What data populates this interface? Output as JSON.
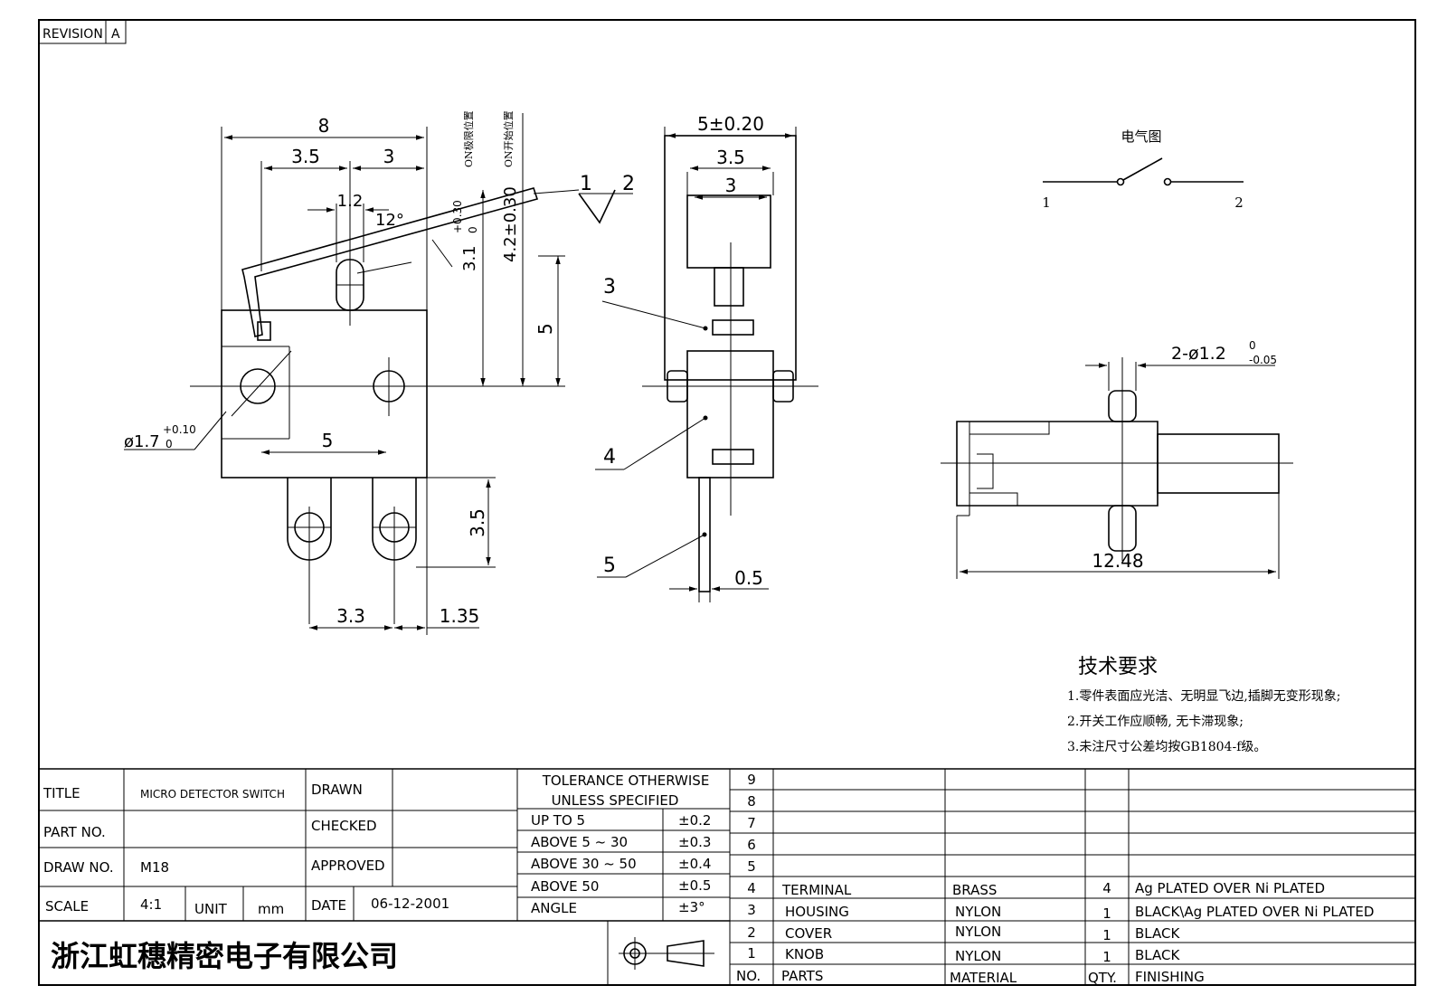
{
  "revision": {
    "label": "REVISION",
    "value": "A"
  },
  "side_view": {
    "dims": {
      "overall_width": "8",
      "left_part": "3.5",
      "right_part": "3",
      "roller_width": "1.2",
      "angle": "12°",
      "lever_tol_height": "3.1",
      "lever_tol_upper": "+0.30",
      "lever_tol_lower": "0",
      "on_height": "4.2±0.30",
      "body_height": "5",
      "hole_dia": "ø1.7",
      "hole_tol_upper": "+0.10",
      "hole_tol_lower": "0",
      "hole_pitch": "5",
      "terminal_length": "3.5",
      "terminal_offset": "3.3",
      "terminal_edge": "1.35"
    },
    "vertical_notes": [
      "ON极限位置",
      "ON开始位置"
    ],
    "position_marks": [
      "1",
      "2"
    ]
  },
  "front_view": {
    "dims": {
      "width": "5±0.20",
      "inner_width": "3.5",
      "lever_width": "3",
      "terminal_thickness": "0.5"
    },
    "balloons": [
      "3",
      "4",
      "5"
    ]
  },
  "circuit": {
    "title": "电气图",
    "pin_left": "1",
    "pin_right": "2"
  },
  "bottom_view": {
    "dims": {
      "pin_dia": "2-ø1.2",
      "pin_tol_upper": "0",
      "pin_tol_lower": "-0.05",
      "length": "12.48"
    }
  },
  "requirements": {
    "title": "技术要求",
    "items": [
      "1.零件表面应光洁、无明显飞边,插脚无变形现象;",
      "2.开关工作应顺畅, 无卡滞现象;",
      "3.未注尺寸公差均按GB1804-f级。"
    ]
  },
  "title_block": {
    "title_label": "TITLE",
    "title_value": "MICRO DETECTOR SWITCH",
    "part_no_label": "PART NO.",
    "part_no_value": "",
    "draw_no_label": "DRAW NO.",
    "draw_no_value": "M18",
    "scale_label": "SCALE",
    "scale_value": "4:1",
    "unit_label": "UNIT",
    "unit_value": "mm",
    "drawn_label": "DRAWN",
    "checked_label": "CHECKED",
    "approved_label": "APPROVED",
    "date_label": "DATE",
    "date_value": "06-12-2001",
    "company": "浙江虹穗精密电子有限公司"
  },
  "tolerance_table": {
    "header_1": "TOLERANCE OTHERWISE",
    "header_2": "UNLESS SPECIFIED",
    "rows": [
      {
        "range": "UP TO 5",
        "tol": "±0.2"
      },
      {
        "range": "ABOVE 5 ~ 30",
        "tol": "±0.3"
      },
      {
        "range": "ABOVE 30 ~ 50",
        "tol": "±0.4"
      },
      {
        "range": "ABOVE 50",
        "tol": "±0.5"
      },
      {
        "range": "ANGLE",
        "tol": "±3°"
      }
    ]
  },
  "parts_list": {
    "headers": {
      "no": "NO.",
      "part": "PARTS",
      "material": "MATERIAL",
      "qty": "QTY.",
      "finishing": "FINISHING"
    },
    "rows": [
      {
        "no": "9",
        "part": "",
        "material": "",
        "qty": "",
        "finishing": ""
      },
      {
        "no": "8",
        "part": "",
        "material": "",
        "qty": "",
        "finishing": ""
      },
      {
        "no": "7",
        "part": "",
        "material": "",
        "qty": "",
        "finishing": ""
      },
      {
        "no": "6",
        "part": "",
        "material": "",
        "qty": "",
        "finishing": ""
      },
      {
        "no": "5",
        "part": "",
        "material": "",
        "qty": "",
        "finishing": ""
      },
      {
        "no": "4",
        "part": "TERMINAL",
        "material": "BRASS",
        "qty": "4",
        "finishing": "Ag PLATED OVER Ni PLATED"
      },
      {
        "no": "3",
        "part": "HOUSING",
        "material": "NYLON",
        "qty": "1",
        "finishing": "BLACK\\Ag PLATED OVER Ni PLATED"
      },
      {
        "no": "2",
        "part": "COVER",
        "material": "NYLON",
        "qty": "1",
        "finishing": "BLACK"
      },
      {
        "no": "1",
        "part": "KNOB",
        "material": "NYLON",
        "qty": "1",
        "finishing": "BLACK"
      }
    ]
  }
}
